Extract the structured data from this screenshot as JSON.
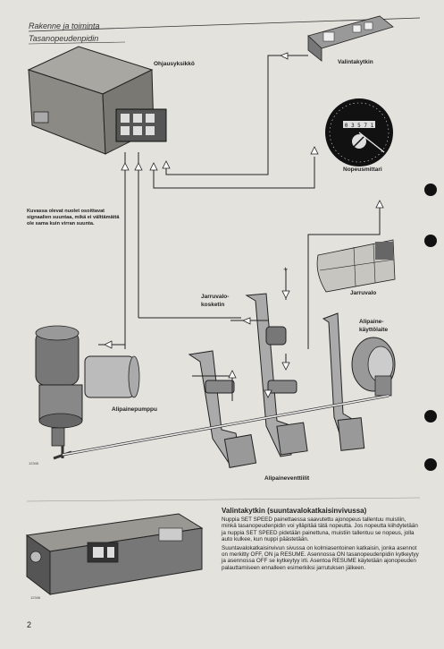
{
  "header": {
    "section": "Rakenne ja toiminta",
    "subsection": "Tasanopeudenpidin"
  },
  "labels": {
    "control_unit": "Ohjausyksikkö",
    "selector_switch": "Valintakytkin",
    "speedometer": "Nopeusmittari",
    "brake_light": "Jarruvalo",
    "brake_light_switch_1": "Jarruvalo-",
    "brake_light_switch_2": "kosketin",
    "vacuum_actuator_1": "Alipaine-",
    "vacuum_actuator_2": "käyttölaite",
    "vacuum_pump": "Alipainepumppu",
    "vacuum_valves": "Alipaineventtiilit"
  },
  "arrow_note": "Kuvassa olevat nuolet osoittavat signaalien suuntaa, mikä ei välttämättä ole sama kuin virran suunta.",
  "article": {
    "title": "Valintakytkin (suuntavalokatkaisinvivussa)",
    "paragraphs": [
      "Nuppia SET SPEED painettaessa saavutettu ajonopeus tallentuu muistiin, minkä tasanopeudenpidin voi ylläpitää tätä nopeutta. Jos nopeutta kiihdytetään ja nuppia SET SPEED pidetään painettuna, muistiin tallentuu se nopeus, jolla auto kulkee, kun nuppi päästetään.",
      "Suuntavalokatkaisinvivun sivussa on kolmiasentoinen katkaisin, jonka asennot on merkitty OFF, ON ja RESUME. Asennossa ON tasanopeudenpidin kytkeytyy ja asennossa OFF se kytkeytyy irti. Asentoa RESUME käytetään ajonopeuden palauttamiseen ennalleen esimerkiksi jarrutuksen jälkeen."
    ]
  },
  "speedo": {
    "odometer": "0 3 5 7 1"
  },
  "page_number": "2",
  "figure_codes": {
    "fig1": "12345",
    "fig2": "12346"
  }
}
